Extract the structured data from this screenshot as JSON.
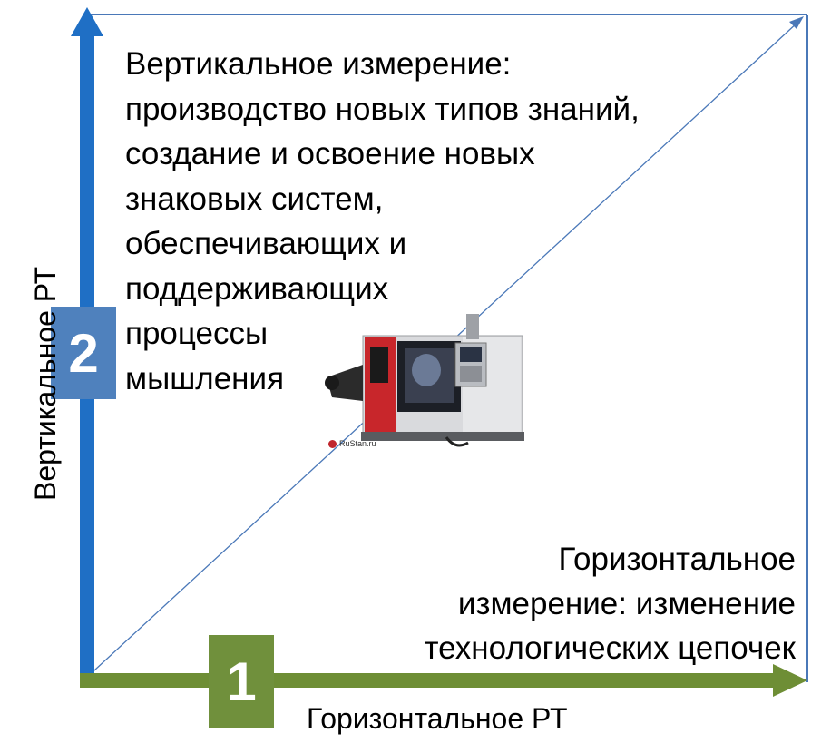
{
  "vertical_dimension": {
    "text": "Вертикальное измерение:\nпроизводство новых типов знаний,\nсоздание и освоение новых\nзнаковых систем,\nобеспечивающих и\nподдерживающих\nпроцессы\nмышления"
  },
  "horizontal_dimension": {
    "text": "Горизонтальное\nизмерение: изменение\nтехнологических цепочек"
  },
  "axes": {
    "vertical_label": "Вертикальное РТ",
    "horizontal_label": "Горизонтальное РТ"
  },
  "badges": {
    "vertical_number": "2",
    "horizontal_number": "1"
  },
  "image": {
    "watermark": "RuStan.ru",
    "icon": "cnc-machine-icon"
  },
  "colors": {
    "vertical_axis": "#1f6fc5",
    "horizontal_axis": "#6e8e35",
    "badge_vertical": "#4f81bd",
    "badge_horizontal": "#70903c",
    "frame_lines": "#4a78b8"
  }
}
